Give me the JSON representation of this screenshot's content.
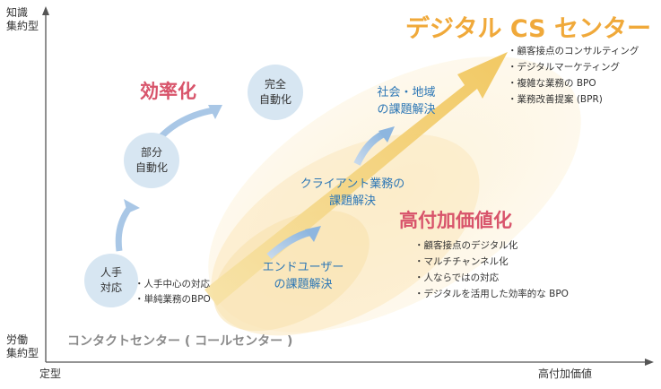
{
  "axes": {
    "y_top": "知識\n集約型",
    "y_bottom": "労働\n集約型",
    "x_left": "定型",
    "x_right": "高付加価値"
  },
  "title": "デジタル CS センター",
  "title_bullets": [
    "顧客接点のコンサルティング",
    "デジタルマーケティング",
    "複雑な業務の BPO",
    "業務改善提案 (BPR)"
  ],
  "efficiency": "効率化",
  "value_added": "高付加価値化",
  "value_bullets": [
    "顧客接点のデジタル化",
    "マルチチャンネル化",
    "人ならではの対応",
    "デジタルを活用した効率的な BPO"
  ],
  "circles": {
    "manual": "人手\n対応",
    "partial": "部分\n自動化",
    "full": "完全\n自動化"
  },
  "manual_bullets": [
    "人手中心の対応",
    "単純業務のBPO"
  ],
  "stages": {
    "end_user": "エンドユーザー\nの課題解決",
    "client": "クライアント業務の\n課題解決",
    "society": "社会・地域\nの課題解決"
  },
  "contact_center": "コンタクトセンター ( コールセンター )",
  "colors": {
    "title": "#f0a93a",
    "pink": "#d8546b",
    "blue_text": "#2d77b5",
    "arrow": "#f2d27a",
    "circle": "#d7e6f2"
  }
}
